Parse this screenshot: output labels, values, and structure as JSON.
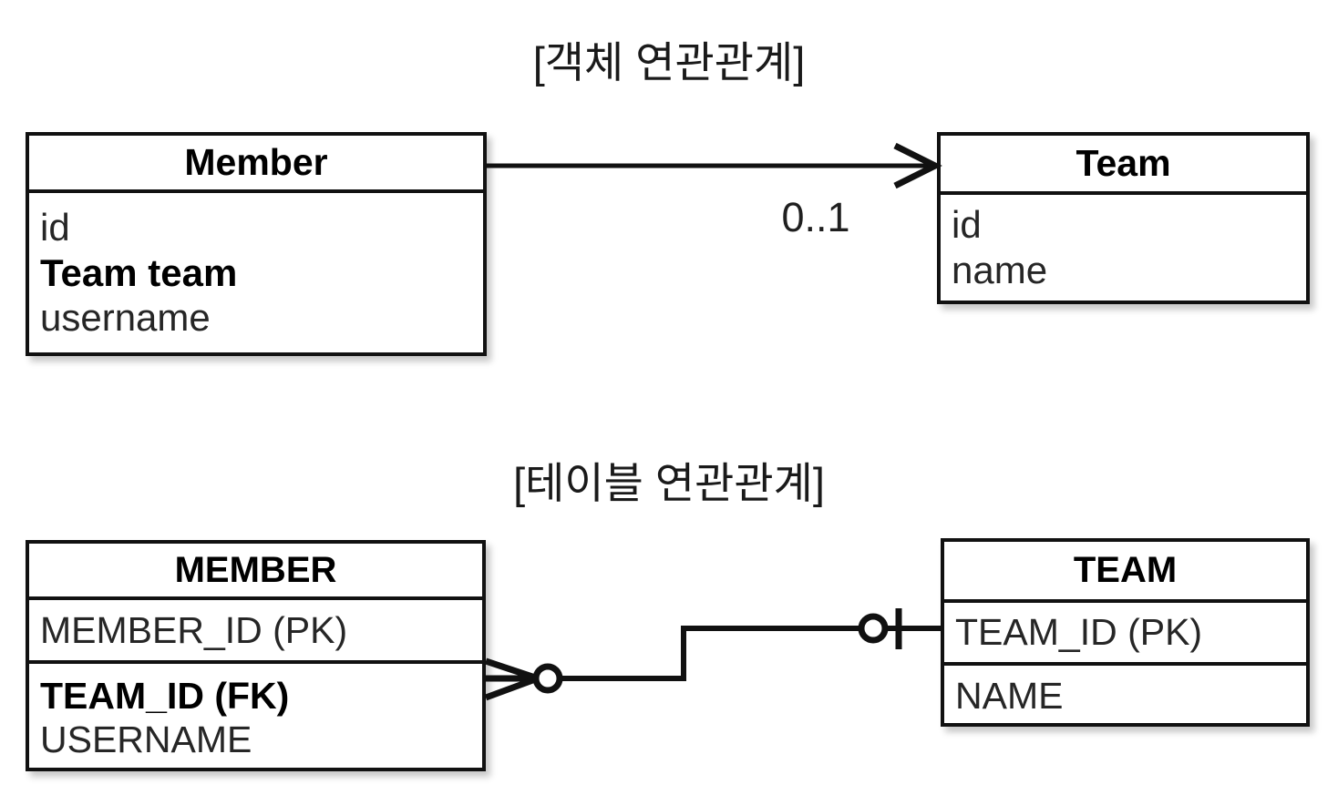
{
  "diagram": {
    "background": "#ffffff",
    "line_color": "#111111",
    "text_color": "#1a1a1a"
  },
  "sections": {
    "object": {
      "title": "[객체 연관관계]",
      "boxes": {
        "member": {
          "name": "Member",
          "attributes": [
            {
              "label": "id",
              "bold": false
            },
            {
              "label": "Team team",
              "bold": true
            },
            {
              "label": "username",
              "bold": false
            }
          ]
        },
        "team": {
          "name": "Team",
          "attributes": [
            {
              "label": "id",
              "bold": false
            },
            {
              "label": "name",
              "bold": false
            }
          ]
        }
      },
      "relationship": {
        "from": "Member",
        "to": "Team",
        "arrow": "open-arrow-right",
        "multiplicity": "0..1"
      }
    },
    "table": {
      "title": "[테이블 연관관계]",
      "boxes": {
        "member": {
          "name": "MEMBER",
          "primary_key": {
            "label": "MEMBER_ID (PK)",
            "bold": false
          },
          "columns": [
            {
              "label": "TEAM_ID (FK)",
              "bold": true
            },
            {
              "label": "USERNAME",
              "bold": false
            }
          ]
        },
        "team": {
          "name": "TEAM",
          "primary_key": {
            "label": "TEAM_ID (PK)",
            "bold": false
          },
          "columns": [
            {
              "label": "NAME",
              "bold": false
            }
          ]
        }
      },
      "relationship": {
        "from": "MEMBER",
        "to": "TEAM",
        "from_cardinality": "zero-or-many-crowsfoot",
        "to_cardinality": "zero-or-one"
      }
    }
  }
}
